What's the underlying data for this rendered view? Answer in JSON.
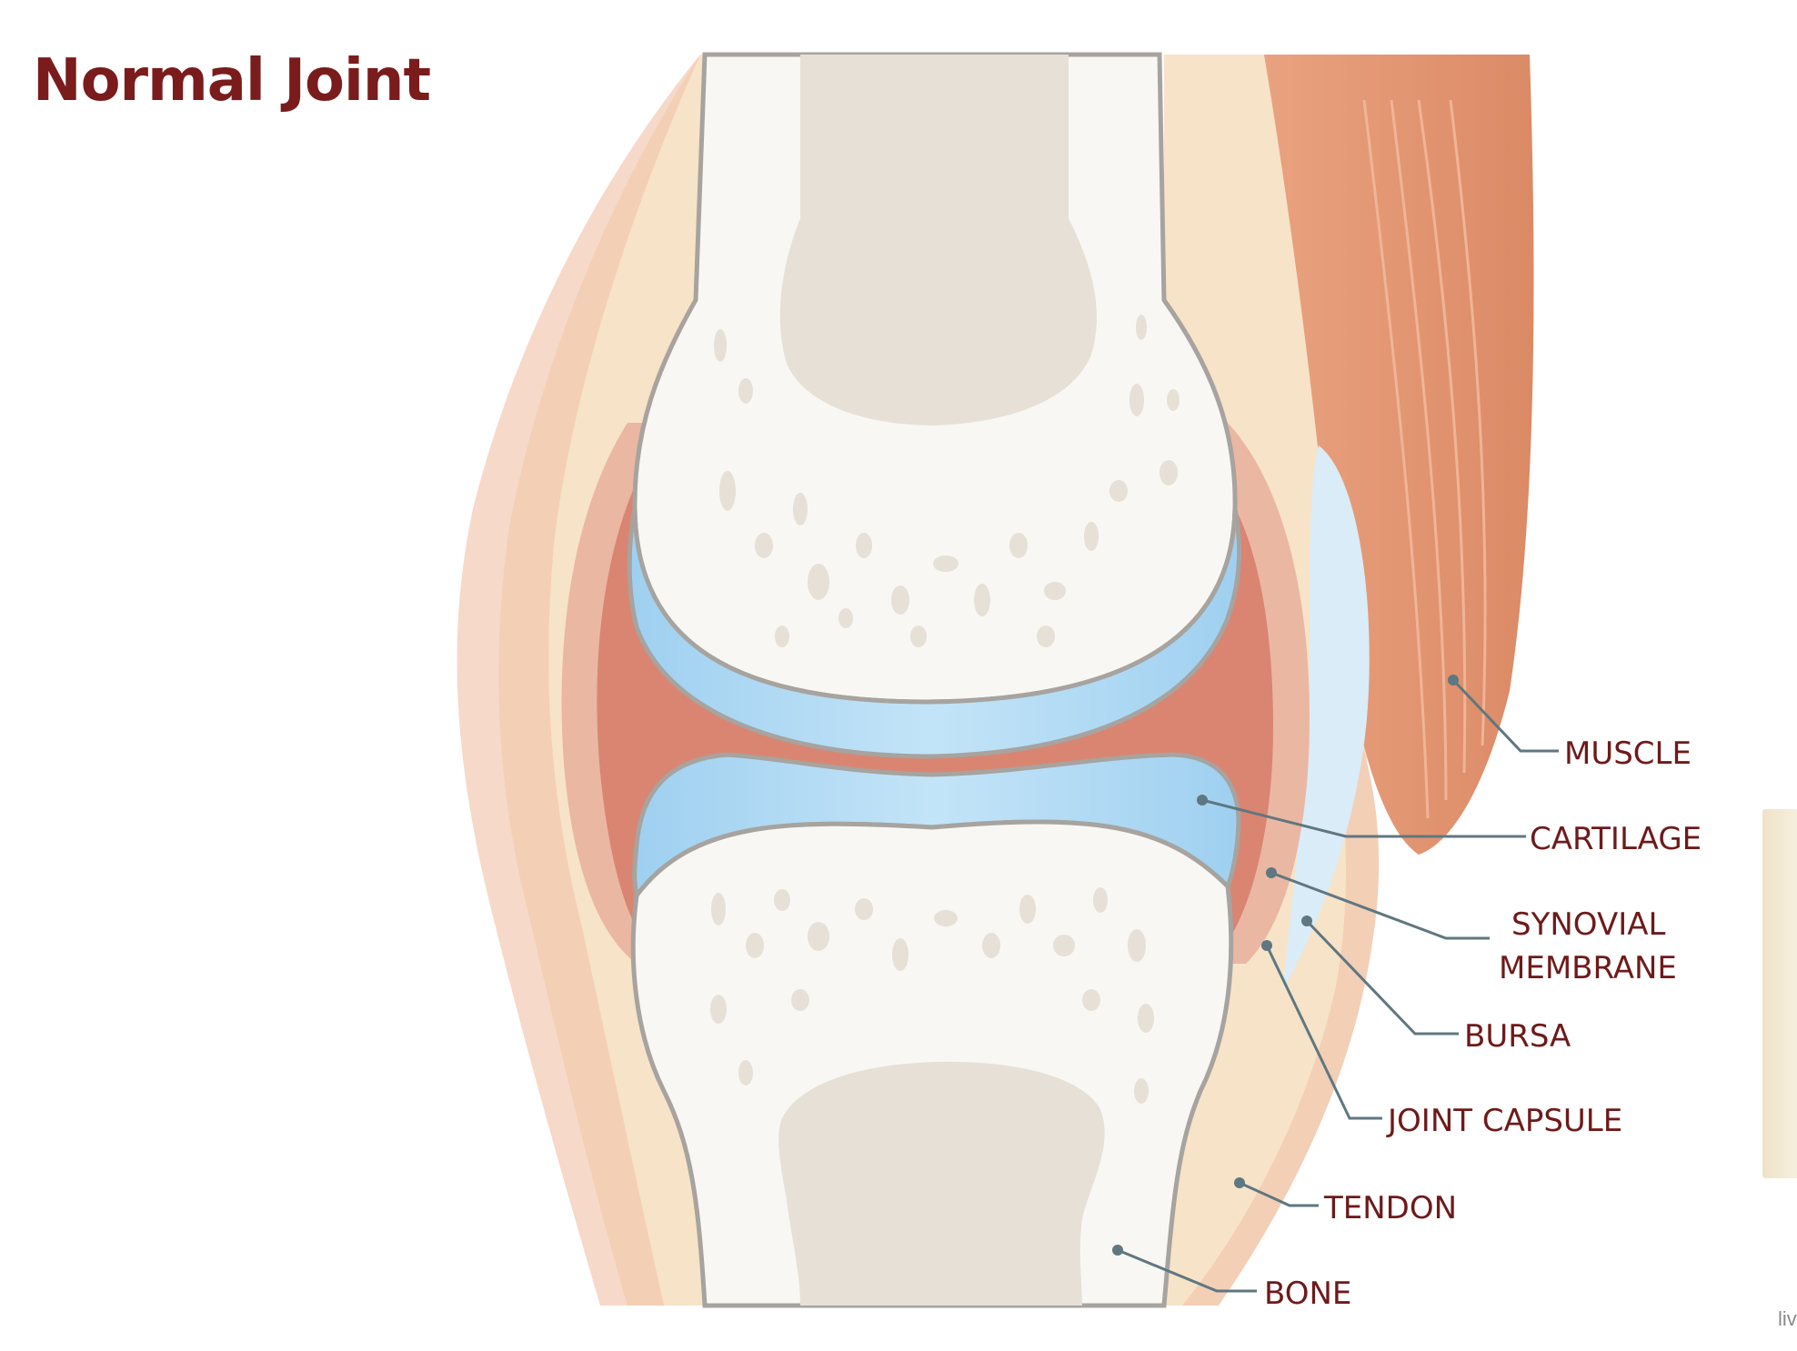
{
  "title": "Normal Joint",
  "labels": {
    "muscle": "MUSCLE",
    "cartilage": "CARTILAGE",
    "synovial_line1": "SYNOVIAL",
    "synovial_line2": "MEMBRANE",
    "bursa": "BURSA",
    "joint_capsule": "JOINT CAPSULE",
    "tendon": "TENDON",
    "bone": "BONE"
  },
  "watermark": "liv",
  "colors": {
    "title": "#7a1c1c",
    "label": "#6e1a1a",
    "leader": "#5f7780",
    "bone": "#f8f7f4",
    "marrow": "#e6e0d7",
    "cartilage": "#a6d4f1",
    "synovial": "#d98572",
    "capsule": "#eab7a3",
    "tendon": "#f4d6b3",
    "muscle": "#e3906e",
    "bursa": "#d9ecf8"
  }
}
